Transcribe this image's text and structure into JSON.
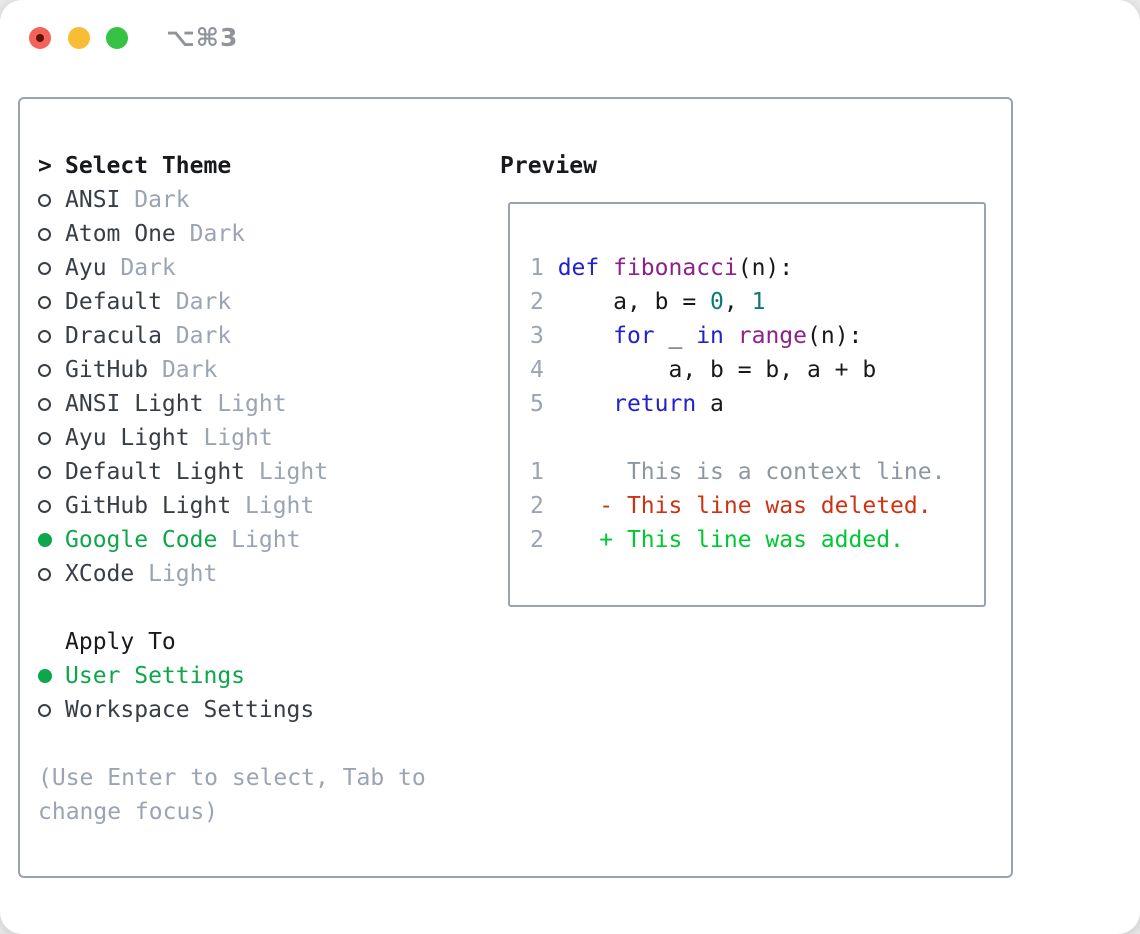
{
  "titlebar": {
    "shortcut": "⌥⌘3",
    "buttons": [
      {
        "name": "close",
        "color": "#f4635a",
        "dot": "#5c120b"
      },
      {
        "name": "minimize",
        "color": "#f9bd35"
      },
      {
        "name": "zoom",
        "color": "#35c245"
      }
    ]
  },
  "theme_panel": {
    "header": {
      "prefix": ">",
      "label": "Select Theme"
    },
    "items": [
      {
        "name": "ANSI",
        "variant": "Dark",
        "selected": false
      },
      {
        "name": "Atom One",
        "variant": "Dark",
        "selected": false
      },
      {
        "name": "Ayu",
        "variant": "Dark",
        "selected": false
      },
      {
        "name": "Default",
        "variant": "Dark",
        "selected": false
      },
      {
        "name": "Dracula",
        "variant": "Dark",
        "selected": false
      },
      {
        "name": "GitHub",
        "variant": "Dark",
        "selected": false
      },
      {
        "name": "ANSI Light",
        "variant": "Light",
        "selected": false
      },
      {
        "name": "Ayu Light",
        "variant": "Light",
        "selected": false
      },
      {
        "name": "Default Light",
        "variant": "Light",
        "selected": false
      },
      {
        "name": "GitHub Light",
        "variant": "Light",
        "selected": false
      },
      {
        "name": "Google Code",
        "variant": "Light",
        "selected": true
      },
      {
        "name": "XCode",
        "variant": "Light",
        "selected": false
      }
    ],
    "apply_to": {
      "label": "Apply To",
      "options": [
        {
          "name": "User Settings",
          "selected": true
        },
        {
          "name": "Workspace Settings",
          "selected": false
        }
      ]
    },
    "help": [
      "(Use Enter to select, Tab to",
      "change focus)"
    ]
  },
  "preview": {
    "title": "Preview",
    "lines": [
      {
        "num": "1",
        "segments": [
          {
            "t": "def",
            "c": "kw"
          },
          {
            "t": " "
          },
          {
            "t": "fibonacci",
            "c": "fn"
          },
          {
            "t": "(n):"
          }
        ]
      },
      {
        "num": "2",
        "segments": [
          {
            "t": "    a, b = "
          },
          {
            "t": "0",
            "c": "num"
          },
          {
            "t": ", "
          },
          {
            "t": "1",
            "c": "num"
          }
        ]
      },
      {
        "num": "3",
        "segments": [
          {
            "t": "    "
          },
          {
            "t": "for",
            "c": "kw"
          },
          {
            "t": " _ "
          },
          {
            "t": "in",
            "c": "kw"
          },
          {
            "t": " "
          },
          {
            "t": "range",
            "c": "fn"
          },
          {
            "t": "(n):"
          }
        ]
      },
      {
        "num": "4",
        "segments": [
          {
            "t": "        a, b = b, a + b"
          }
        ]
      },
      {
        "num": "5",
        "segments": [
          {
            "t": "    "
          },
          {
            "t": "return",
            "c": "kw"
          },
          {
            "t": " a"
          }
        ]
      },
      {
        "num": "",
        "segments": []
      },
      {
        "num": "1",
        "segments": [
          {
            "t": "     This is a context line.",
            "c": "ctx"
          }
        ]
      },
      {
        "num": "2",
        "segments": [
          {
            "t": "   - This line was deleted.",
            "c": "del"
          }
        ]
      },
      {
        "num": "2",
        "segments": [
          {
            "t": "   + This line was added.",
            "c": "add"
          }
        ]
      }
    ]
  },
  "colors": {
    "selection_green": "#0ea64b",
    "added_green": "#00c832",
    "deleted_red": "#cc3314",
    "keyword_blue": "#2222cc",
    "function_purple": "#8c218c",
    "literal_teal": "#0e7878",
    "muted": "#9aa4b2",
    "context_gray": "#8d97a2",
    "text_dark": "#383e46",
    "header_black": "#17191d",
    "panel_border": "#9aa3af"
  }
}
